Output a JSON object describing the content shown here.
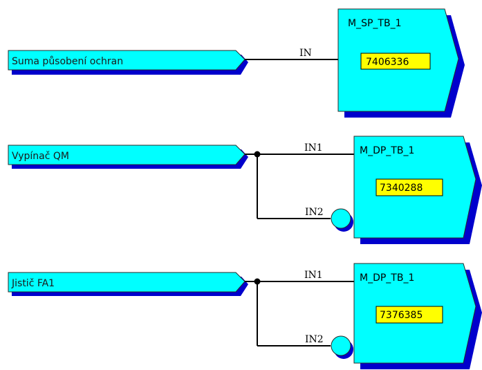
{
  "colors": {
    "fill": "#00FFFF",
    "shadow": "#0000CC",
    "outline": "#2a2a2a",
    "value_bg": "#FFFF00",
    "wire": "#000000"
  },
  "signals": [
    {
      "label": "Suma působení ochran"
    },
    {
      "label": "Vypínač QM"
    },
    {
      "label": "Jistič FA1"
    }
  ],
  "blocks": [
    {
      "title": "M_SP_TB_1",
      "value": "7406336",
      "inputs": [
        "IN"
      ]
    },
    {
      "title": "M_DP_TB_1",
      "value": "7340288",
      "inputs": [
        "IN1",
        "IN2"
      ]
    },
    {
      "title": "M_DP_TB_1",
      "value": "7376385",
      "inputs": [
        "IN1",
        "IN2"
      ]
    }
  ]
}
